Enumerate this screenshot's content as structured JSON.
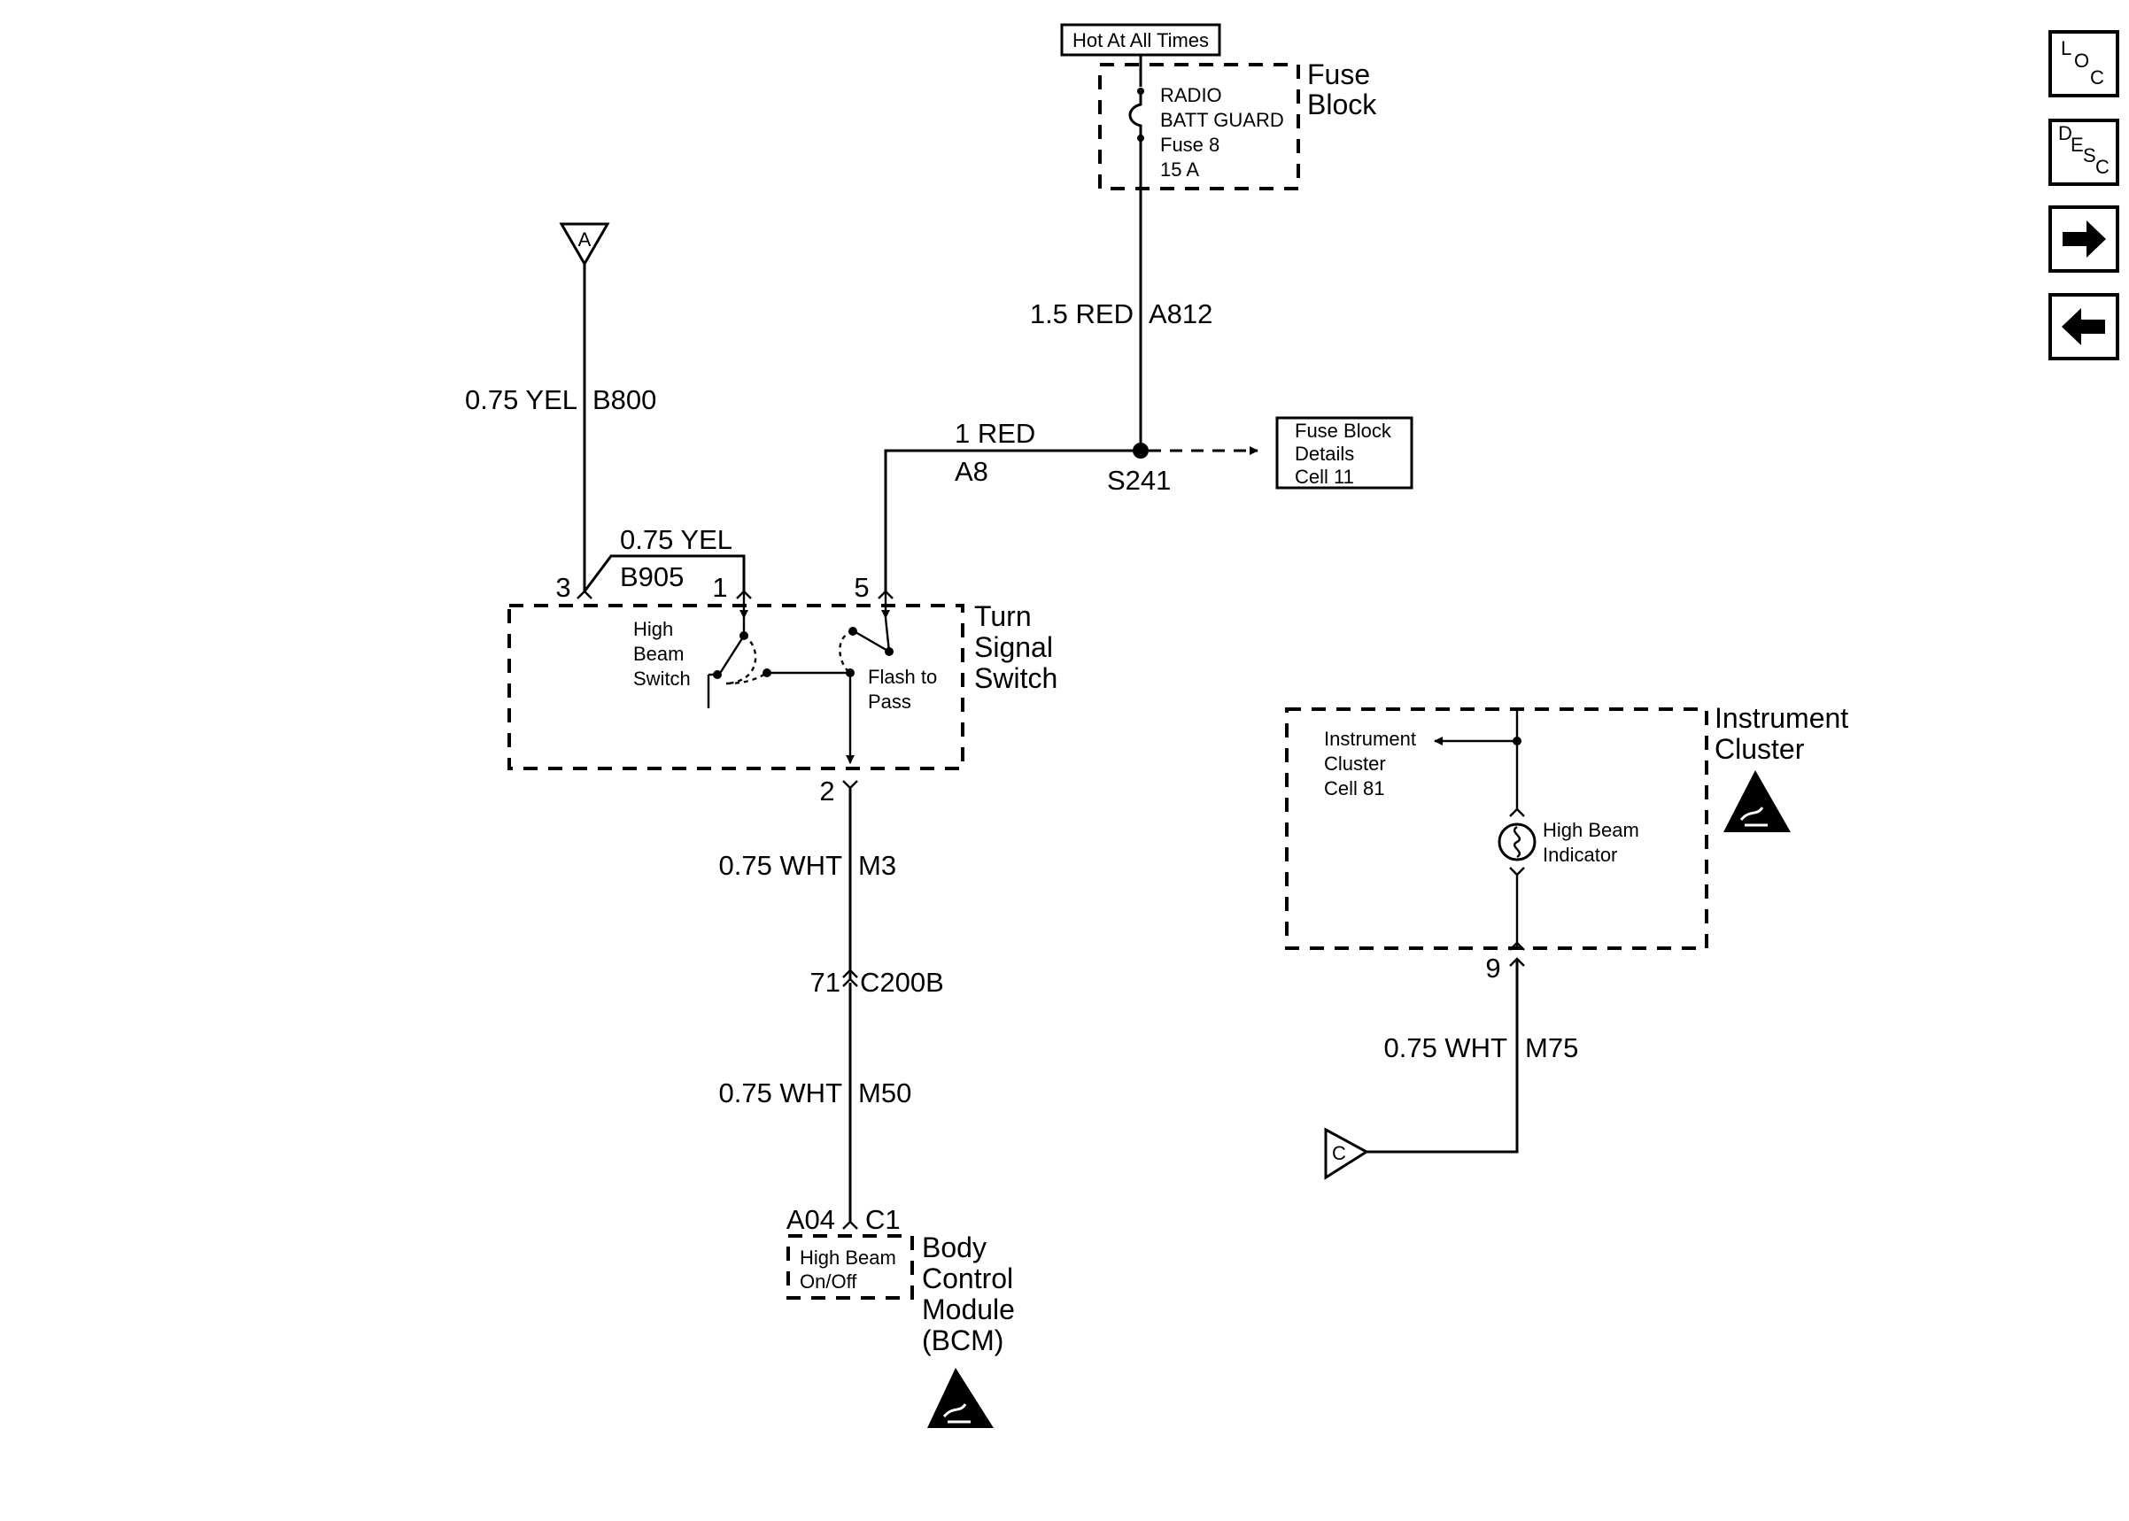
{
  "power": {
    "hot_label": "Hot At All Times",
    "fuse_block_line1": "Fuse",
    "fuse_block_line2": "Block",
    "fuse_name_line1": "RADIO",
    "fuse_name_line2": "BATT GUARD",
    "fuse_number": "Fuse 8",
    "fuse_rating": "15 A"
  },
  "wires": {
    "a812_gauge_color": "1.5 RED",
    "a812_circuit": "A812",
    "a8_gauge_color": "1 RED",
    "a8_circuit": "A8",
    "splice": "S241",
    "b800_gauge_color": "0.75 YEL",
    "b800_circuit": "B800",
    "b905_gauge_color": "0.75 YEL",
    "b905_circuit": "B905",
    "m3_gauge_color": "0.75 WHT",
    "m3_circuit": "M3",
    "m50_gauge_color": "0.75 WHT",
    "m50_circuit": "M50",
    "m75_gauge_color": "0.75 WHT",
    "m75_circuit": "M75"
  },
  "refs": {
    "fuse_details_line1": "Fuse Block",
    "fuse_details_line2": "Details",
    "fuse_details_line3": "Cell 11"
  },
  "offpage": {
    "a": "A",
    "c": "C"
  },
  "turn_signal_switch": {
    "title_line1": "Turn",
    "title_line2": "Signal",
    "title_line3": "Switch",
    "pin3": "3",
    "pin1": "1",
    "pin5": "5",
    "pin2": "2",
    "high_beam_line1": "High",
    "high_beam_line2": "Beam",
    "high_beam_line3": "Switch",
    "flash_line1": "Flash to",
    "flash_line2": "Pass"
  },
  "connector": {
    "pin": "71",
    "name": "C200B"
  },
  "bcm": {
    "pin_a": "A04",
    "pin_b": "C1",
    "inner_line1": "High Beam",
    "inner_line2": "On/Off",
    "title_line1": "Body",
    "title_line2": "Control",
    "title_line3": "Module",
    "title_line4": "(BCM)"
  },
  "cluster": {
    "title_line1": "Instrument",
    "title_line2": "Cluster",
    "ref_line1": "Instrument",
    "ref_line2": "Cluster",
    "ref_line3": "Cell 81",
    "indicator_line1": "High Beam",
    "indicator_line2": "Indicator",
    "pin9": "9"
  },
  "nav": {
    "loc_l": "L",
    "loc_o": "O",
    "loc_c": "C",
    "desc_d": "D",
    "desc_e": "E",
    "desc_s": "S",
    "desc_c": "C",
    "forward_icon": "arrow-right-icon",
    "back_icon": "arrow-left-icon"
  }
}
